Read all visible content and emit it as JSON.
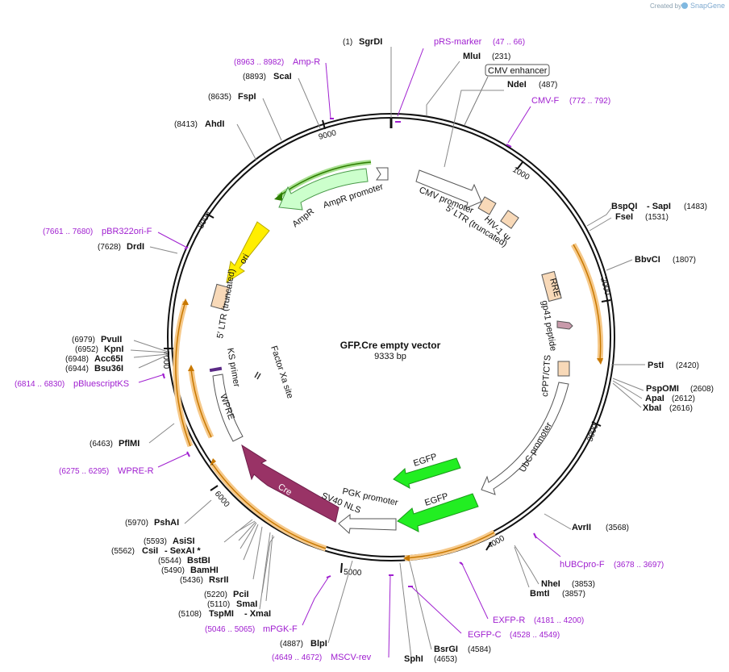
{
  "logo": {
    "created_by": "Created by",
    "brand": "SnapGene"
  },
  "plasmid": {
    "name": "GFP.Cre empty vector",
    "length": "9333 bp"
  },
  "ticks": [
    "1000",
    "2000",
    "3000",
    "4000",
    "5000",
    "6000",
    "7000",
    "8000",
    "9000"
  ],
  "sites": [
    {
      "name": "SgrDI",
      "pos": "(1)"
    },
    {
      "name": "MluI",
      "pos": "(231)"
    },
    {
      "name": "NdeI",
      "pos": "(487)"
    },
    {
      "name": "BspQI",
      "sep": "- SapI",
      "pos": "(1483)"
    },
    {
      "name": "FseI",
      "pos": "(1531)"
    },
    {
      "name": "BbvCI",
      "pos": "(1807)"
    },
    {
      "name": "PstI",
      "pos": "(2420)"
    },
    {
      "name": "PspOMI",
      "pos": "(2608)"
    },
    {
      "name": "ApaI",
      "pos": "(2612)"
    },
    {
      "name": "XbaI",
      "pos": "(2616)"
    },
    {
      "name": "AvrII",
      "pos": "(3568)"
    },
    {
      "name": "NheI",
      "pos": "(3853)"
    },
    {
      "name": "BmtI",
      "pos": "(3857)"
    },
    {
      "name": "BsrGI",
      "pos": "(4584)"
    },
    {
      "name": "SphI",
      "pos": "(4653)"
    },
    {
      "name": "BlpI",
      "pos": "(4887)"
    },
    {
      "name": "TspMI",
      "sep": "- XmaI",
      "pos": "(5108)"
    },
    {
      "name": "SmaI",
      "pos": "(5110)"
    },
    {
      "name": "PciI",
      "pos": "(5220)"
    },
    {
      "name": "RsrII",
      "pos": "(5436)"
    },
    {
      "name": "BamHI",
      "pos": "(5490)"
    },
    {
      "name": "BstBI",
      "pos": "(5544)"
    },
    {
      "name": "CsiI",
      "sep": "- SexAI *",
      "pos": "(5562)"
    },
    {
      "name": "AsiSI",
      "pos": "(5593)"
    },
    {
      "name": "PshAI",
      "pos": "(5970)"
    },
    {
      "name": "PflMI",
      "pos": "(6463)"
    },
    {
      "name": "Bsu36I",
      "pos": "(6944)"
    },
    {
      "name": "Acc65I",
      "pos": "(6948)"
    },
    {
      "name": "KpnI",
      "pos": "(6952)"
    },
    {
      "name": "PvuII",
      "pos": "(6979)"
    },
    {
      "name": "DrdI",
      "pos": "(7628)"
    },
    {
      "name": "AhdI",
      "pos": "(8413)"
    },
    {
      "name": "FspI",
      "pos": "(8635)"
    },
    {
      "name": "ScaI",
      "pos": "(8893)"
    }
  ],
  "primers": [
    {
      "name": "pRS-marker",
      "pos": "(47 .. 66)"
    },
    {
      "name": "CMV-F",
      "pos": "(772 .. 792)"
    },
    {
      "name": "hUBCpro-F",
      "pos": "(3678 .. 3697)"
    },
    {
      "name": "EXFP-R",
      "pos": "(4181 .. 4200)"
    },
    {
      "name": "EGFP-C",
      "pos": "(4528 .. 4549)"
    },
    {
      "name": "MSCV-rev",
      "pos": "(4649 .. 4672)"
    },
    {
      "name": "mPGK-F",
      "pos": "(5046 .. 5065)"
    },
    {
      "name": "WPRE-R",
      "pos": "(6275 .. 6295)"
    },
    {
      "name": "pBluescriptKS",
      "pos": "(6814 .. 6830)"
    },
    {
      "name": "pBR322ori-F",
      "pos": "(7661 .. 7680)"
    },
    {
      "name": "Amp-R",
      "pos": "(8963 .. 8982)"
    }
  ],
  "features": {
    "cmv_enhancer": "CMV enhancer",
    "cmv_promoter": "CMV promoter",
    "ltr5_trunc": "5′ LTR (truncated)",
    "hiv1_psi": "HIV-1 Ψ",
    "rre": "RRE",
    "gp41": "gp41 peptide",
    "cppt": "cPPT/CTS",
    "ubc": "UbC promoter",
    "egfp1": "EGFP",
    "egfp2": "EGFP",
    "pgk": "PGK promoter",
    "sv40nls": "SV40 NLS",
    "cre": "Cre",
    "wpre": "WPRE",
    "ks_primer": "KS primer",
    "ltr5_left": "5′ LTR (truncated)",
    "ori": "ori",
    "ampr": "AmpR",
    "ampr_promoter": "AmpR promoter",
    "factor_xa": "Factor Xa site"
  },
  "colors": {
    "backbone": "#111111",
    "primer": "#a020d0",
    "orange_feat": "#f6c98a",
    "arrow_line": "#c87800",
    "egfp": "#22ee22",
    "cre": "#993366",
    "ori": "#ffee00",
    "ampr": "#ccffcc",
    "green_line": "#2e7d00",
    "ks": "#5b2a86",
    "gp41": "#c89aaa"
  }
}
